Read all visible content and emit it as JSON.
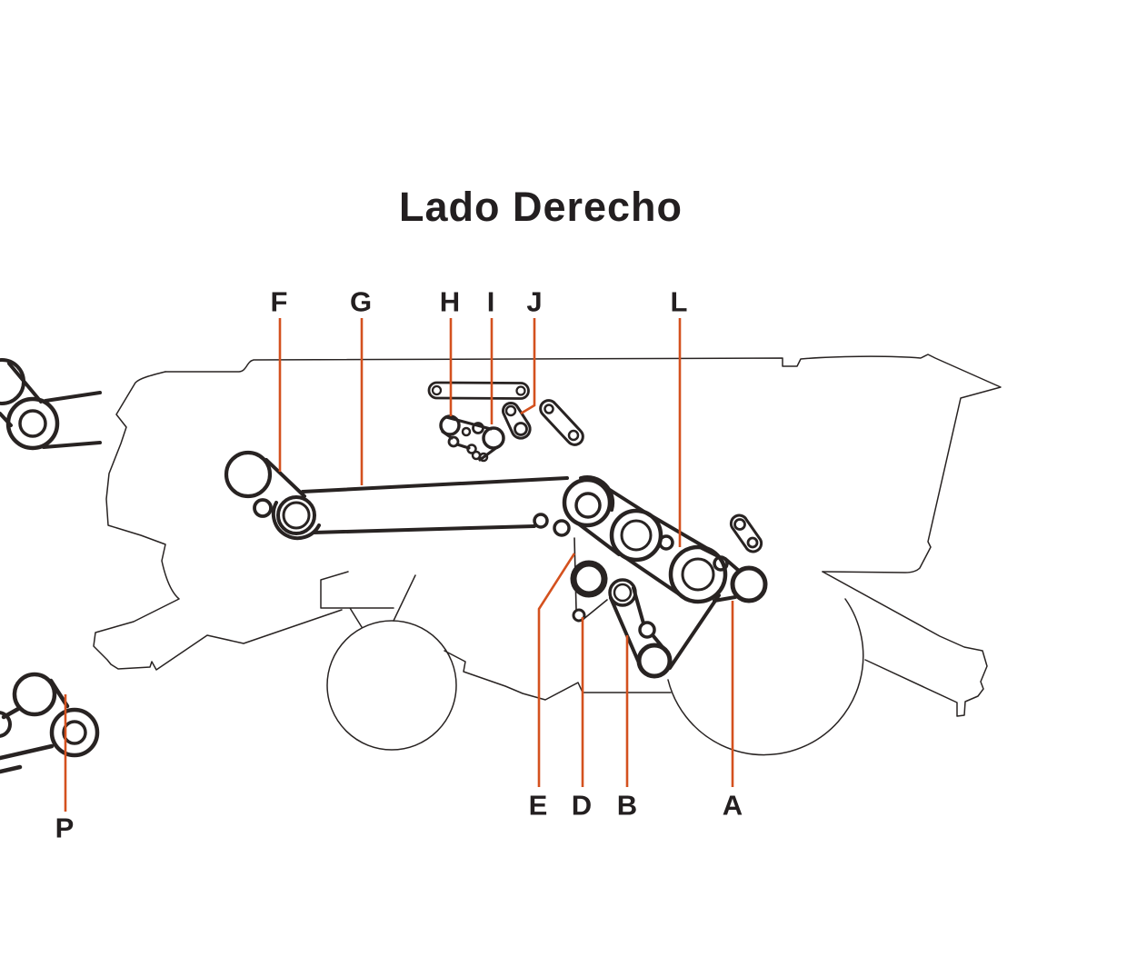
{
  "title": "Lado Derecho",
  "colors": {
    "line": "#282322",
    "leader": "#d4511e",
    "label": "#231f20",
    "background": "#ffffff"
  },
  "part_labels": {
    "F": "F",
    "G": "G",
    "H": "H",
    "I": "I",
    "J": "J",
    "L": "L",
    "E": "E",
    "D": "D",
    "B": "B",
    "A": "A",
    "P": "P"
  }
}
